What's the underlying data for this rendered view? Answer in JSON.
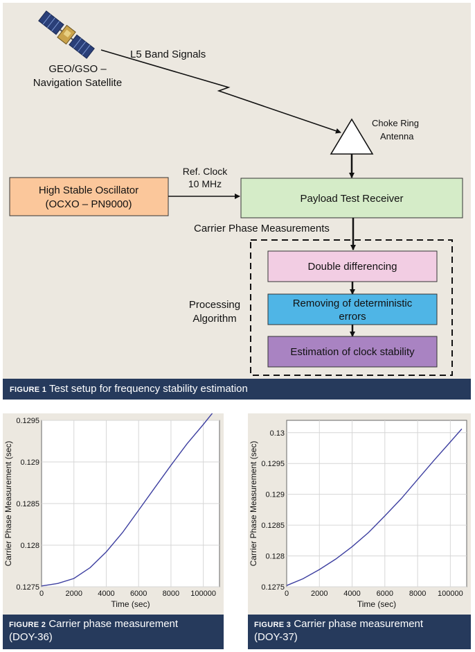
{
  "figure1": {
    "satellite_label_line1": "GEO/GSO –",
    "satellite_label_line2": "Navigation Satellite",
    "signal_label": "L5 Band Signals",
    "antenna_label_line1": "Choke Ring",
    "antenna_label_line2": "Antenna",
    "clock_label_line1": "Ref. Clock",
    "clock_label_line2": "10 MHz",
    "oscillator_line1": "High Stable Oscillator",
    "oscillator_line2": "(OCXO – PN9000)",
    "receiver": "Payload Test Receiver",
    "measurements_label": "Carrier Phase Measurements",
    "processing_line1": "Processing",
    "processing_line2": "Algorithm",
    "step1": "Double differencing",
    "step2_line1": "Removing of deterministic",
    "step2_line2": "errors",
    "step3": "Estimation of clock stability",
    "caption_label": "FIGURE 1",
    "caption_text": "Test setup for frequency stability estimation",
    "colors": {
      "oscillator": "#fbc79b",
      "receiver": "#d5ecc8",
      "step1": "#f2cde3",
      "step2": "#4fb5e6",
      "step3": "#a983c2"
    }
  },
  "figure2": {
    "caption_label": "FIGURE 2",
    "caption_text_line1": "Carrier phase measurement",
    "caption_text_line2": "(DOY-36)"
  },
  "figure3": {
    "caption_label": "FIGURE 3",
    "caption_text_line1": "Carrier phase measurement",
    "caption_text_line2": "(DOY-37)"
  },
  "chart_data": [
    {
      "type": "line",
      "xlabel": "Time (sec)",
      "ylabel": "Carrier Phase Measurement (sec)",
      "xlim": [
        0,
        110000
      ],
      "ylim": [
        0.1275,
        0.1295
      ],
      "xticks": [
        0,
        2000,
        4000,
        6000,
        8000,
        100000
      ],
      "xtick_labels": [
        "0",
        "2000",
        "4000",
        "6000",
        "8000",
        "100000"
      ],
      "yticks": [
        0.1275,
        0.128,
        0.1285,
        0.129,
        0.1295
      ],
      "ytick_labels": [
        "0.1275",
        "0.128",
        "0.1285",
        "0.129",
        "0.1295"
      ],
      "grid": true,
      "line_color": "#3d3fa0",
      "series": [
        {
          "x": [
            0,
            10000,
            20000,
            30000,
            40000,
            50000,
            60000,
            70000,
            80000,
            90000,
            100000,
            107000
          ],
          "y": [
            0.12751,
            0.12754,
            0.1276,
            0.12773,
            0.12792,
            0.12815,
            0.12842,
            0.12869,
            0.12896,
            0.12922,
            0.12945,
            0.12962
          ]
        }
      ]
    },
    {
      "type": "line",
      "xlabel": "Time (sec)",
      "ylabel": "Carrier Phase Measurement (sec)",
      "xlim": [
        0,
        110000
      ],
      "ylim": [
        0.1275,
        0.1302
      ],
      "xticks": [
        0,
        2000,
        4000,
        6000,
        8000,
        100000
      ],
      "xtick_labels": [
        "0",
        "2000",
        "4000",
        "6000",
        "8000",
        "100000"
      ],
      "yticks": [
        0.1275,
        0.128,
        0.1285,
        0.129,
        0.1295,
        0.13
      ],
      "ytick_labels": [
        "0.1275",
        "0.128",
        "0.1285",
        "0.129",
        "0.1295",
        "0.13"
      ],
      "grid": true,
      "line_color": "#3d3fa0",
      "series": [
        {
          "x": [
            0,
            10000,
            20000,
            30000,
            40000,
            50000,
            60000,
            70000,
            80000,
            90000,
            100000,
            107000
          ],
          "y": [
            0.12752,
            0.12763,
            0.12778,
            0.12795,
            0.12815,
            0.12838,
            0.12865,
            0.12893,
            0.12924,
            0.12955,
            0.12985,
            0.13006
          ]
        }
      ]
    }
  ]
}
